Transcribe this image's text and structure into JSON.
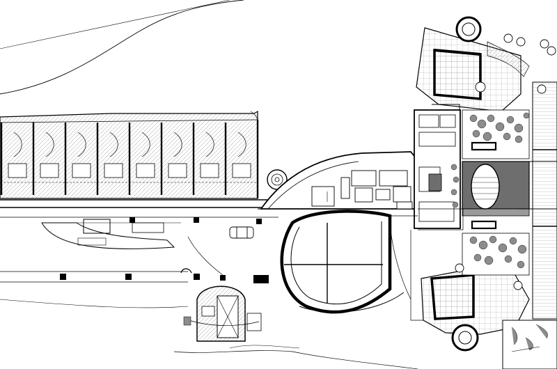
{
  "drawing": {
    "type": "architectural-site-plan",
    "labels": [],
    "colors": {
      "ink": "#000000",
      "paper": "#ffffff",
      "dark_fill": "#6e6e6e",
      "mid_fill": "#9a9a9a",
      "foliage": "#8c8c8c",
      "hatch": "#b5b5b5"
    },
    "module_counts": {
      "guest_room_units": 8,
      "structural_columns": 9,
      "circular_court_quadrants": 4,
      "planted_beds": 2
    }
  }
}
